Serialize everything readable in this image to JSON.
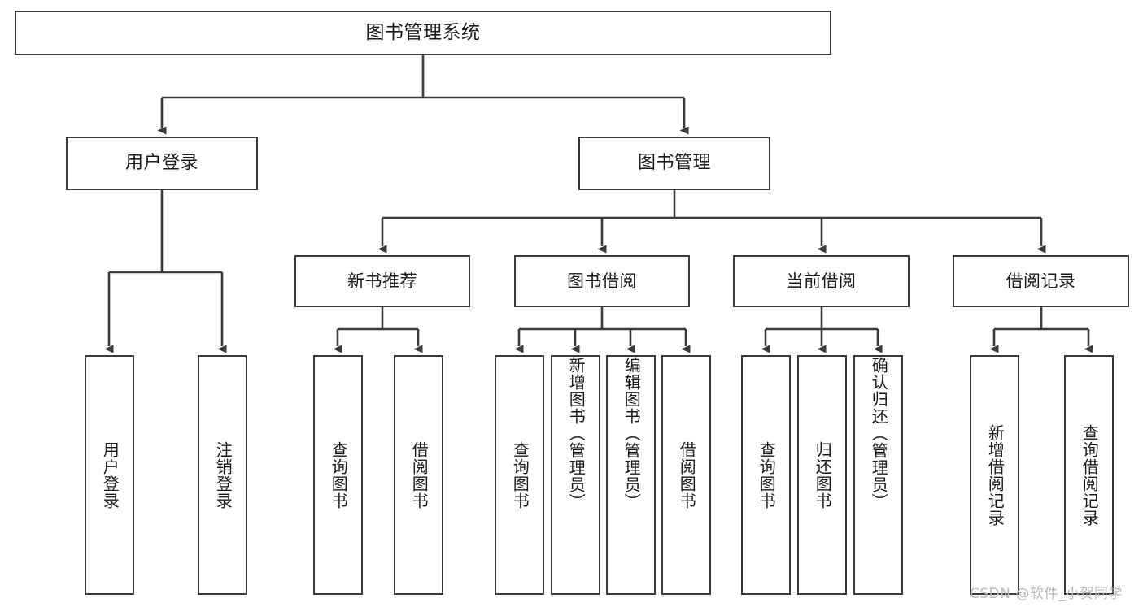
{
  "diagram": {
    "type": "tree-hierarchy-chart",
    "title": "图书管理系统",
    "watermark": "CSDN @软件_小贺同学",
    "colors": {
      "box_border": "#3a3a3a",
      "box_fill": "#ffffff",
      "connector": "#3a3a3a",
      "text": "#1a1a1a",
      "watermark": "#b9b9b9",
      "background": "#ffffff"
    },
    "root": {
      "label": "图书管理系统"
    },
    "level2": [
      {
        "label": "用户登录"
      },
      {
        "label": "图书管理"
      }
    ],
    "level3": [
      {
        "label": "新书推荐"
      },
      {
        "label": "图书借阅"
      },
      {
        "label": "当前借阅"
      },
      {
        "label": "借阅记录"
      }
    ],
    "leaves": {
      "user_login": [
        {
          "label": "用户登录"
        },
        {
          "label": "注销登录"
        }
      ],
      "new_book_recommend": [
        {
          "label": "查询图书"
        },
        {
          "label": "借阅图书"
        }
      ],
      "book_borrow": [
        {
          "label": "查询图书"
        },
        {
          "label": "新增图书（管理员）"
        },
        {
          "label": "编辑图书（管理员）"
        },
        {
          "label": "借阅图书"
        }
      ],
      "current_borrow": [
        {
          "label": "查询图书"
        },
        {
          "label": "归还图书"
        },
        {
          "label": "确认归还（管理员）"
        }
      ],
      "borrow_record": [
        {
          "label": "新增借阅记录"
        },
        {
          "label": "查询借阅记录"
        }
      ]
    }
  }
}
